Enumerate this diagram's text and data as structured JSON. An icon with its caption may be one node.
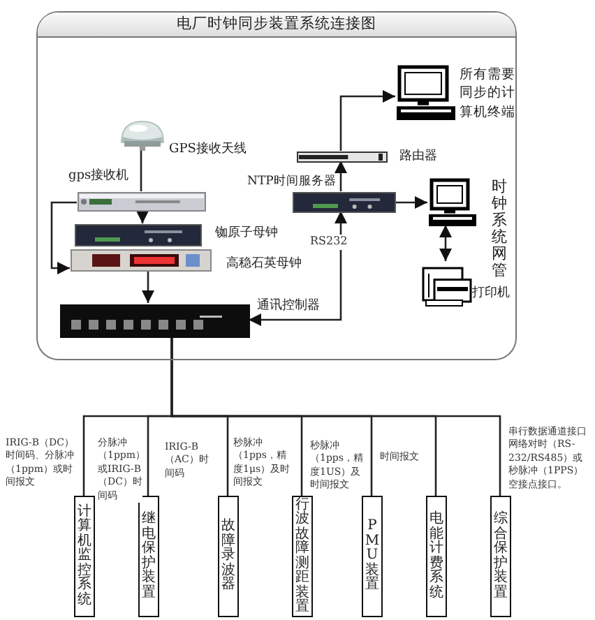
{
  "diagram": {
    "nodes": [
      {
        "text": [
          "电厂时钟同步装置系统连接图"
        ]
      },
      {
        "text": [],
        "shape": "picture",
        "in": 0,
        "beside": [
          "GPS接收天线"
        ]
      },
      {
        "text": [],
        "shape": "picture",
        "in": 0,
        "beside": [
          "gps接收机"
        ]
      },
      {
        "text": [],
        "shape": "picture",
        "in": 0,
        "beside": [
          "铷原子母钟"
        ]
      },
      {
        "text": [],
        "shape": "picture",
        "in": 0,
        "beside": [
          "高稳石英母钟"
        ]
      },
      {
        "text": [],
        "shape": "picture",
        "in": 0,
        "beside": [
          "通讯控制器"
        ]
      },
      {
        "text": [],
        "shape": "picture",
        "in": 0,
        "beside": [
          "NTP时间服务器"
        ]
      },
      {
        "text": [],
        "shape": "picture",
        "in": 0,
        "beside": [
          "路由器"
        ]
      },
      {
        "text": [],
        "shape": "computer",
        "in": 0,
        "beside": [
          "所有需要同步的计算机终端"
        ]
      },
      {
        "text": [],
        "shape": "computer",
        "in": 0,
        "beside": [
          "时钟系统网管"
        ]
      },
      {
        "text": [],
        "shape": "printer",
        "in": 0,
        "beside": [
          "打印机"
        ]
      },
      {
        "text": [
          "计算机监控系统"
        ]
      },
      {
        "text": [
          "继电保护装置"
        ]
      },
      {
        "text": [
          "故障录波器"
        ]
      },
      {
        "text": [
          "行波故障测距装置"
        ]
      },
      {
        "text": [
          "PMU装置"
        ]
      },
      {
        "text": [
          "电能计费系统"
        ]
      },
      {
        "text": [
          "综合保护装置"
        ]
      }
    ],
    "edges": [
      {
        "from": 1,
        "to": 2,
        "arrow": "none"
      },
      {
        "from": 2,
        "to": 3,
        "arrow": "to"
      },
      {
        "from": 2,
        "to": 4,
        "arrow": "to"
      },
      {
        "from": 4,
        "to": 5,
        "arrow": "to"
      },
      {
        "from": 5,
        "to": 6,
        "arrow": "both",
        "label": "RS232"
      },
      {
        "from": 6,
        "to": 7,
        "arrow": "to"
      },
      {
        "from": 7,
        "to": 8,
        "arrow": "to"
      },
      {
        "from": 6,
        "to": 9,
        "arrow": "to"
      },
      {
        "from": 9,
        "to": 10,
        "arrow": "both"
      },
      {
        "from": 5,
        "to": 11,
        "arrow": "none",
        "label": "IRIG-B（DC）时间码、分脉冲（1ppm）或时间报文"
      },
      {
        "from": 5,
        "to": 12,
        "arrow": "none",
        "label": "分脉冲（1ppm）或IRIG-B（DC）时间码"
      },
      {
        "from": 5,
        "to": 13,
        "arrow": "none",
        "label": "IRIG-B（AC）时间码"
      },
      {
        "from": 5,
        "to": 14,
        "arrow": "none",
        "label": "秒脉冲（1pps，精度1μs）及时间报文"
      },
      {
        "from": 5,
        "to": 15,
        "arrow": "none",
        "label": "秒脉冲（1pps，精度1US）及时间报文"
      },
      {
        "from": 5,
        "to": 16,
        "arrow": "none",
        "label": "时间报文"
      },
      {
        "from": 5,
        "to": 17,
        "arrow": "none",
        "label": "串行数据通道接口网络对时（RS-232/RS485）或秒脉冲（1PPS）空接点接口。"
      }
    ]
  }
}
